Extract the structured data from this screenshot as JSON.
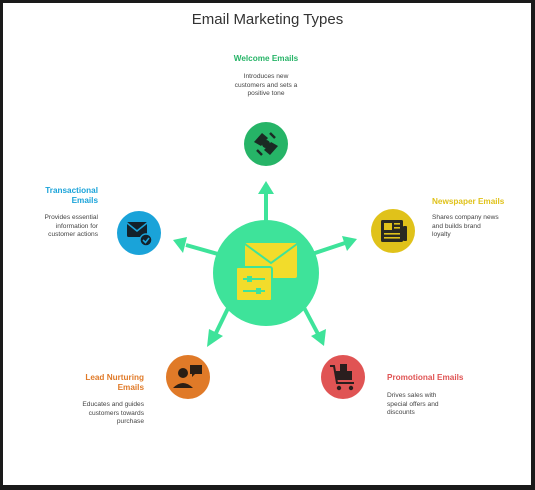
{
  "title": "Email Marketing Types",
  "colors": {
    "center": "#3ee39a",
    "arrow": "#3ee39a",
    "center_icon": "#f2dc2b",
    "welcome": "#26b467",
    "newspaper": "#e0c21a",
    "promotional": "#e05454",
    "lead": "#e07a28",
    "transactional": "#1aa3d9"
  },
  "center": {
    "icon": "email-document-icon"
  },
  "types": {
    "welcome": {
      "title": "Welcome Emails",
      "description": [
        "Introduces new",
        "customers and sets a",
        "positive tone"
      ],
      "icon": "handshake-icon"
    },
    "newspaper": {
      "title": "Newspaper Emails",
      "description": [
        "Shares company news",
        "and builds brand",
        "loyalty"
      ],
      "icon": "newspaper-icon"
    },
    "promotional": {
      "title": "Promotional Emails",
      "description": [
        "Drives sales with",
        "special offers and",
        "discounts"
      ],
      "icon": "shopping-cart-icon"
    },
    "lead": {
      "title": [
        "Lead Nurturing",
        "Emails"
      ],
      "description": [
        "Educates and guides",
        "customers towards",
        "purchase"
      ],
      "icon": "user-speaking-icon"
    },
    "transactional": {
      "title": [
        "Transactional",
        "Emails"
      ],
      "description": [
        "Provides essential",
        "information for",
        "customer actions"
      ],
      "icon": "mail-check-icon"
    }
  }
}
